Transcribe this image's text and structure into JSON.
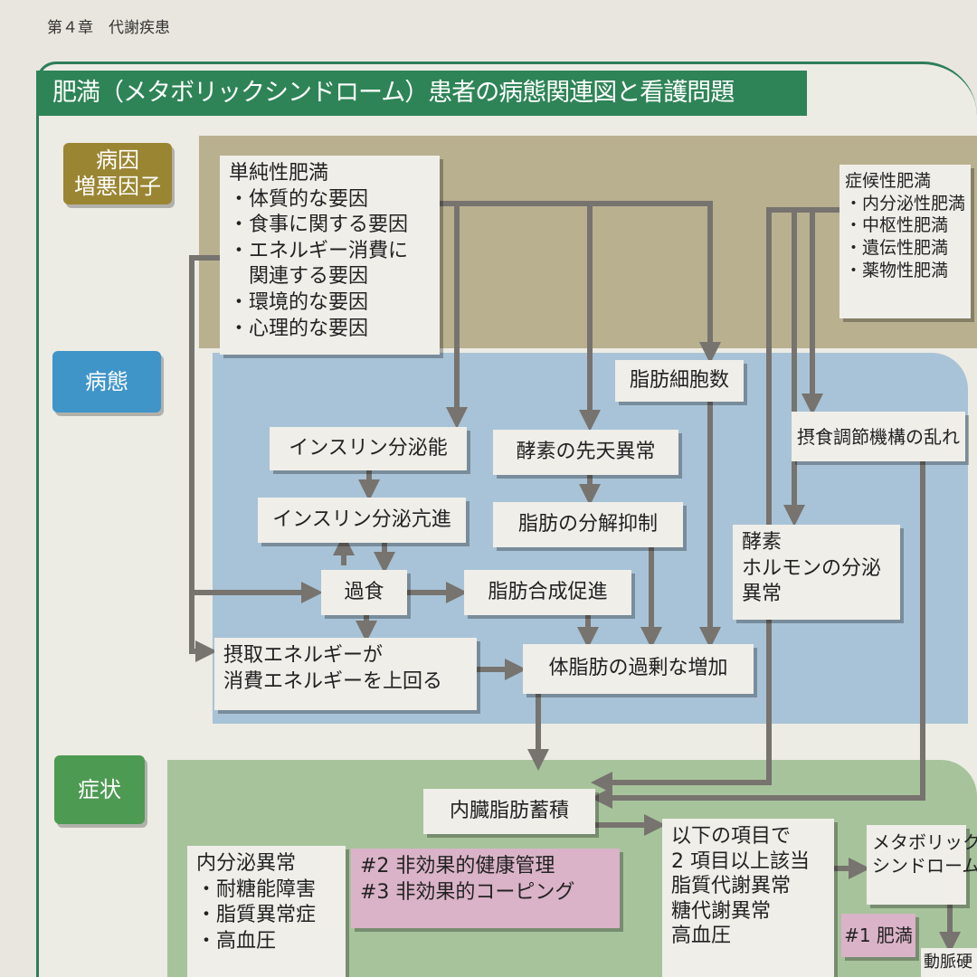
{
  "header": "第４章　代謝疾患",
  "title": "肥満（メタボリックシンドローム）患者の病態関連図と看護問題",
  "categories": {
    "cause": [
      "病因",
      "増悪因子"
    ],
    "pathology": "病態",
    "symptoms": "症状"
  },
  "colors": {
    "title": "#2e8457",
    "cause": "#9a8532",
    "pathology": "#3f94c8",
    "symptoms": "#4d9a52",
    "nursing": "#dab3c8"
  },
  "simple_obesity": {
    "title": "単純性肥満",
    "items": [
      "・体質的な要因",
      "・食事に関する要因",
      "・エネルギー消費に",
      "　関連する要因",
      "・環境的な要因",
      "・心理的な要因"
    ]
  },
  "symptomatic_obesity": {
    "title": "症候性肥満",
    "items": [
      "・内分泌性肥満",
      "・中枢性肥満",
      "・遺伝性肥満",
      "・薬物性肥満"
    ]
  },
  "nodes": {
    "fat_cells": "脂肪細胞数",
    "insulin_secretion": "インスリン分泌能",
    "enzyme_congenital": "酵素の先天異常",
    "appetite": "摂食調節機構の乱れ",
    "insulin_hyper": "インスリン分泌亢進",
    "lipolysis": "脂肪の分解抑制",
    "hormone": [
      "酵素",
      "ホルモンの分泌",
      "異常"
    ],
    "overeating": "過食",
    "lipogenesis": "脂肪合成促進",
    "energy": [
      "摂取エネルギーが",
      "消費エネルギーを上回る"
    ],
    "body_fat": "体脂肪の過剰な増加",
    "visceral": "内臓脂肪蓄積",
    "endocrine": {
      "title": "内分泌異常",
      "items": [
        "・耐糖能障害",
        "・脂質異常症",
        "・高血圧"
      ]
    },
    "nursing_23": [
      "#2 非効果的健康管理",
      "#3 非効果的コーピング"
    ],
    "criteria": [
      "以下の項目で",
      "2 項目以上該当",
      "脂質代謝異常",
      "糖代謝異常",
      "高血圧"
    ],
    "metabolic": [
      "メタボリック",
      "シンドローム"
    ],
    "nursing_1": "#1 肥満",
    "atherosclerosis": "動脈硬"
  }
}
